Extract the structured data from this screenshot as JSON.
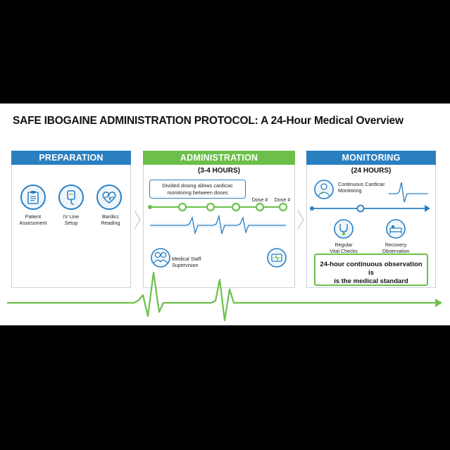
{
  "title": "SAFE IBOGAINE ADMINISTRATION PROTOCOL: A 24-Hour Medical Overview",
  "colors": {
    "blue": "#2a7fc1",
    "green": "#6cc04a",
    "background": "#ffffff",
    "frame": "#000000"
  },
  "preparation": {
    "header": "PREPARATION",
    "items": [
      {
        "icon": "clipboard-icon",
        "label_line1": "Patient",
        "label_line2": "Assessment"
      },
      {
        "icon": "iv-bag-icon",
        "label_line1": "IV Line",
        "label_line2": "Setup"
      },
      {
        "icon": "heart-monitor-icon",
        "label_line1": "Bardicc",
        "label_line2": "Reading"
      }
    ]
  },
  "administration": {
    "header": "ADMINISTRATION",
    "duration": "(3-4 HOURS)",
    "note_line1": "Divided dosing allows cardicac",
    "note_line2": "monitoring between doses",
    "dose_labels": [
      "Dose #",
      "Dose #"
    ],
    "staff_label_line1": "Medical Staff",
    "staff_label_line2": "Supervision",
    "icons": [
      "medical-staff-icon",
      "monitor-device-icon"
    ]
  },
  "monitoring": {
    "header": "MONITORING",
    "duration": "(24 HOURS)",
    "cardiac_line1": "Continuous Cardicac",
    "cardiac_line2": "Monitoring",
    "vitals_line1": "Regular",
    "vitals_line2": "Vital Checks",
    "recovery_line1": "Recovery",
    "recovery_line2": "Observation",
    "standard_line1": "24-hour continuous observation is",
    "standard_line2": "is the medical standard",
    "icons": [
      "doctor-icon",
      "stethoscope-icon",
      "recovery-bed-icon"
    ]
  }
}
